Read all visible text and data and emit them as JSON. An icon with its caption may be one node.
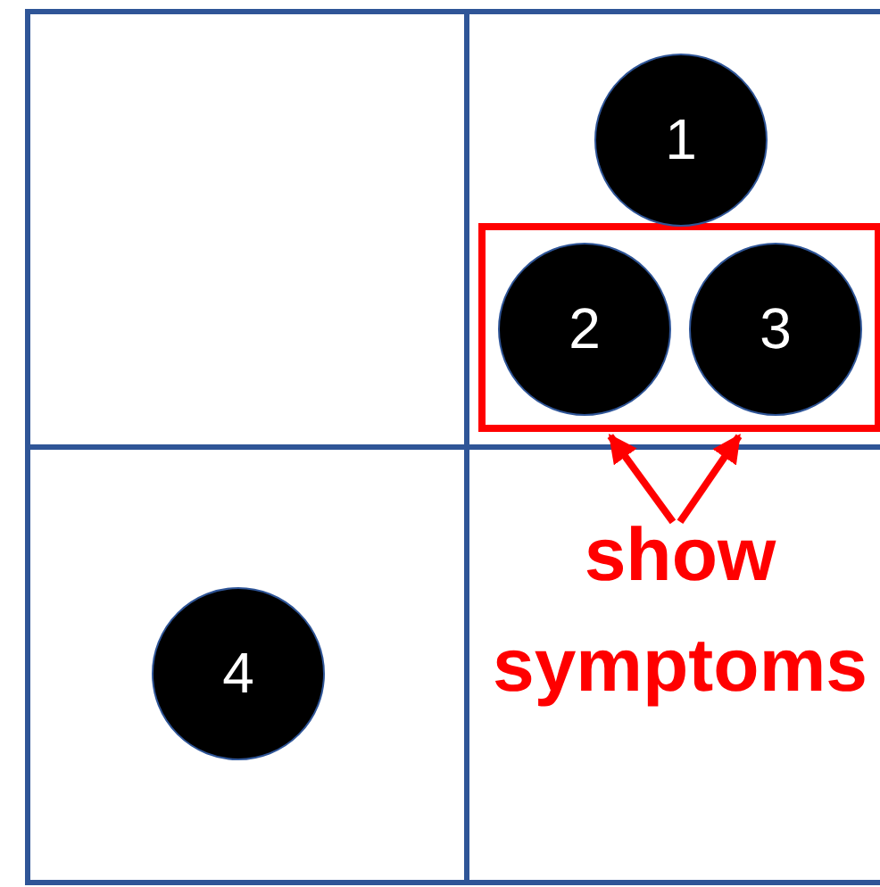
{
  "diagram": {
    "nodes": [
      {
        "text": [],
        "shape": "box"
      },
      {
        "text": [],
        "shape": "box"
      },
      {
        "text": [],
        "shape": "box"
      },
      {
        "text": [],
        "shape": "box"
      },
      {
        "text": [
          "1"
        ],
        "in": 1
      },
      {
        "text": [],
        "shape": "box",
        "in": 1
      },
      {
        "text": [
          "2"
        ],
        "in": 5
      },
      {
        "text": [
          "3"
        ],
        "in": 5
      },
      {
        "text": [
          "4"
        ],
        "in": 2
      },
      {
        "text": [
          "show symptoms"
        ],
        "in": 3
      }
    ],
    "edges": [
      {
        "from": 9,
        "to": 5,
        "arrow": "to",
        "color": "#ff0000"
      },
      {
        "from": 9,
        "to": 5,
        "arrow": "to",
        "color": "#ff0000"
      }
    ]
  }
}
